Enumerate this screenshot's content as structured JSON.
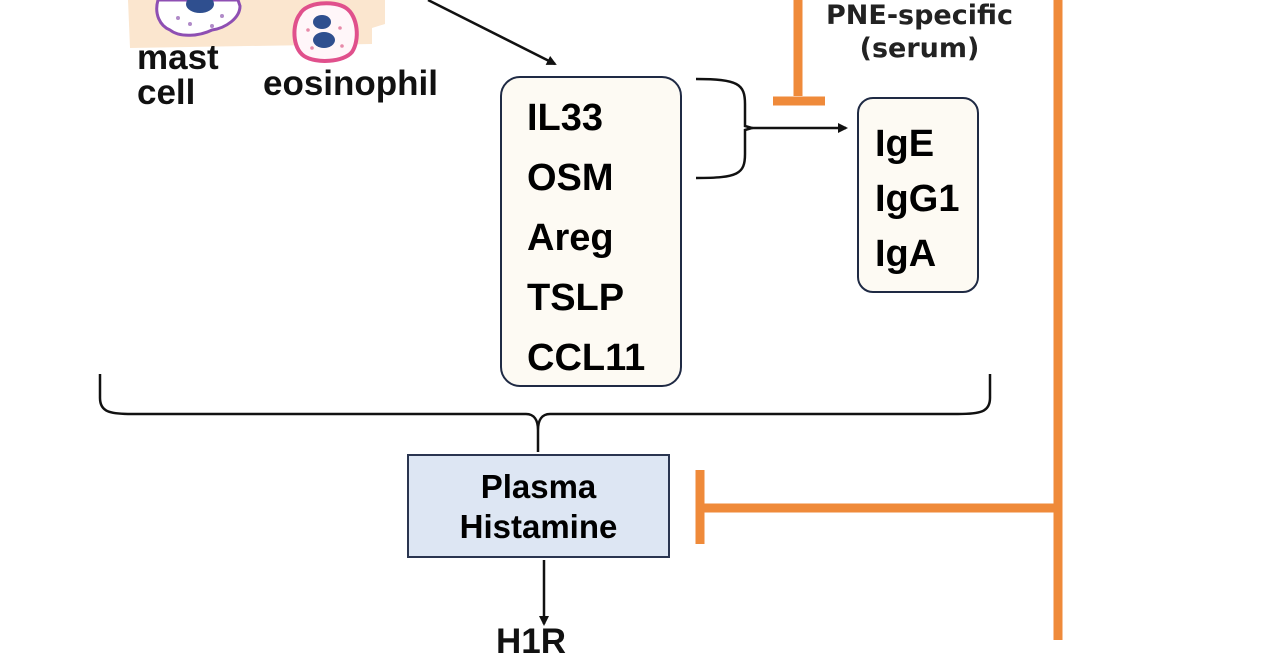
{
  "cells": {
    "mast_cell_label_line1": "mast",
    "mast_cell_label_line2": "cell",
    "eosinophil_label": "eosinophil"
  },
  "pne_label": {
    "line1": "PNE-specific",
    "line2": "(serum)"
  },
  "cytokines": [
    "IL33",
    "OSM",
    "Areg",
    "TSLP",
    "CCL11"
  ],
  "immunoglobulins": [
    "IgE",
    "IgG1",
    "IgA"
  ],
  "histamine_box": {
    "line1": "Plasma",
    "line2": "Histamine"
  },
  "receptor_label": "H1R",
  "colors": {
    "inhibition": "#ef8a3a",
    "arrow": "#111111",
    "box_fill": "#fdfaf3",
    "histamine_fill": "#dde6f3",
    "tissue_band": "#fbe6cf",
    "mast_cell_outline": "#8e4fb3",
    "eosinophil_outline": "#e0508c",
    "nucleus": "#2f4f8f"
  }
}
